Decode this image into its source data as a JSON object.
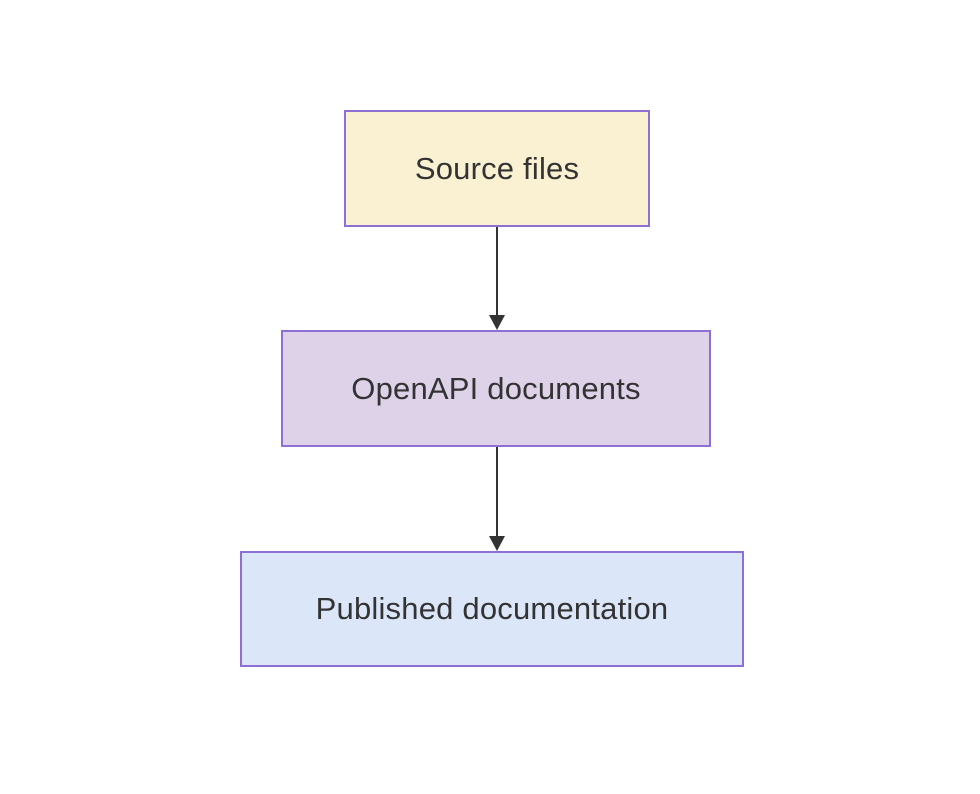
{
  "diagram": {
    "type": "flowchart",
    "direction": "top-down",
    "nodes": [
      {
        "id": "source",
        "label": "Source files",
        "fill": "#faf0d2"
      },
      {
        "id": "openapi",
        "label": "OpenAPI documents",
        "fill": "#ddd2e8"
      },
      {
        "id": "published",
        "label": "Published documentation",
        "fill": "#dbe6f9"
      }
    ],
    "edges": [
      {
        "from": "source",
        "to": "openapi"
      },
      {
        "from": "openapi",
        "to": "published"
      }
    ],
    "colors": {
      "node_border": "#8e70d4",
      "arrow": "#333333",
      "text": "#333333",
      "background": "#ffffff"
    }
  }
}
